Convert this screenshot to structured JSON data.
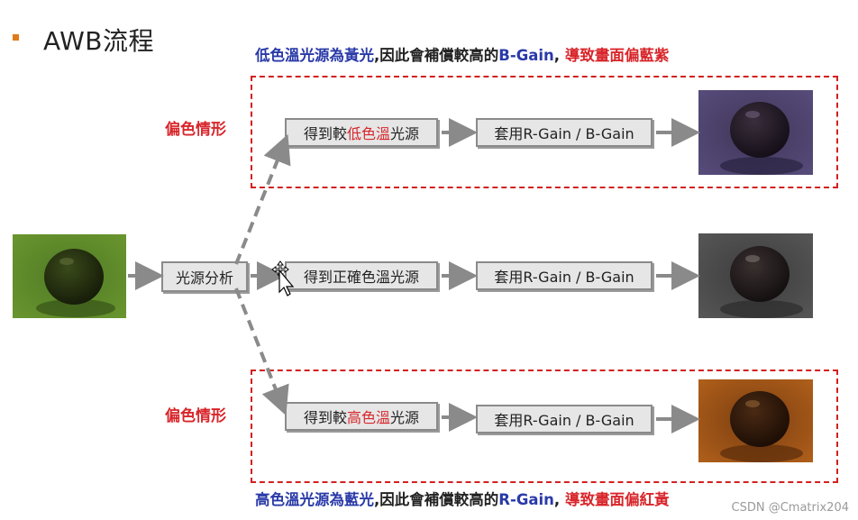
{
  "title": "AWB流程",
  "top_note": {
    "part1": "低色溫光源為黃光",
    "part2": ",因此會補償較高的",
    "part3": "B-Gain",
    "part4": ",",
    "part5": "導致畫面偏藍紫"
  },
  "bottom_note": {
    "part1": "高色溫光源為藍光",
    "part2": ",因此會補償較高的",
    "part3": "R-Gain",
    "part4": ",",
    "part5": "導致畫面偏紅黃"
  },
  "case_top_label": "偏色情形",
  "case_bottom_label": "偏色情形",
  "analysis_label": "光源分析",
  "top_box": {
    "prefix": "得到較",
    "highlight": "低色溫",
    "suffix": "光源"
  },
  "middle_box": {
    "label": "得到正確色溫光源"
  },
  "bottom_box": {
    "prefix": "得到較",
    "highlight": "高色溫",
    "suffix": "光源"
  },
  "apply_label_top": "套用R-Gain / B-Gain",
  "apply_label_middle": "套用R-Gain / B-Gain",
  "apply_label_bottom": "套用R-Gain / B-Gain",
  "watermark": "CSDN @Cmatrix204",
  "colors": {
    "accent_red": "#d8262b",
    "accent_blue": "#2a3aa8",
    "bullet_orange": "#e07b1a",
    "arrow_gray": "#8a8a8a"
  },
  "icons": [
    "move-cursor-icon"
  ]
}
